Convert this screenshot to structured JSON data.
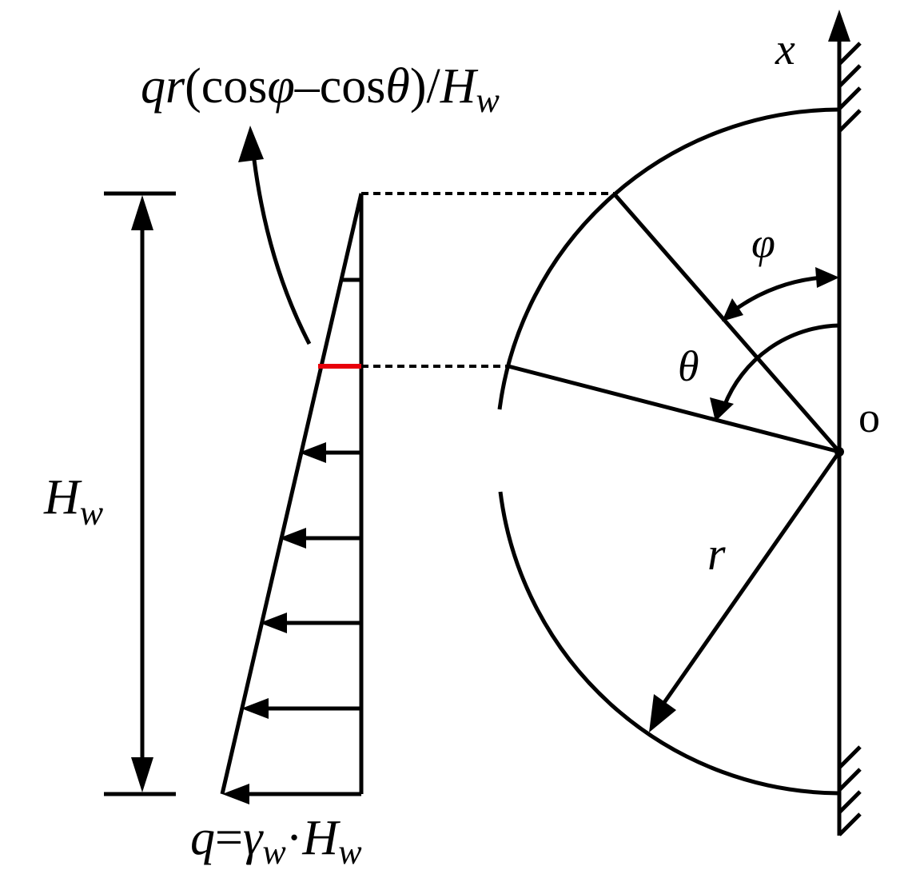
{
  "labels": {
    "x_axis": "x",
    "origin": "o",
    "phi": "φ",
    "theta": "θ",
    "radius": "r",
    "depth_symbol": "H",
    "depth_subscript": "w",
    "top_formula": {
      "q": "q",
      "r": "r",
      "open": "(cos",
      "phi": "φ",
      "mid": "–cos",
      "theta": "θ",
      "close": ")/",
      "H": "H",
      "w": "w"
    },
    "bottom_formula": {
      "q": "q",
      "eq": "=",
      "gamma": "γ",
      "w1": "w",
      "dot": "·",
      "H": "H",
      "w2": "w"
    }
  },
  "colors": {
    "line": "#000000",
    "highlight": "#e8000b",
    "background": "#ffffff"
  },
  "load_arrows": 5
}
